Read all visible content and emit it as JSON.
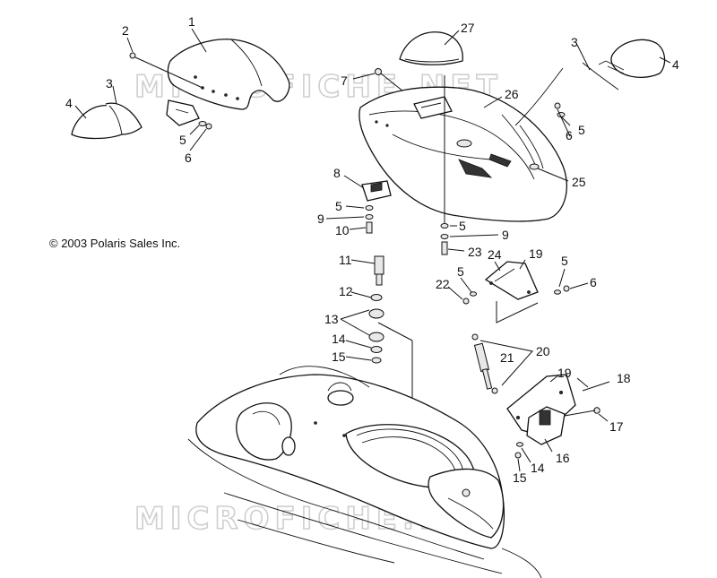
{
  "copyright": "© 2003 Polaris Sales Inc.",
  "watermarks": [
    "MICROFICHE.NET",
    "MICROFICHE.NET"
  ],
  "callouts": [
    "1",
    "2",
    "3",
    "4",
    "5",
    "6",
    "27",
    "7",
    "26",
    "3",
    "4",
    "5",
    "6",
    "8",
    "25",
    "5",
    "9",
    "10",
    "5",
    "9",
    "23",
    "24",
    "19",
    "5",
    "22",
    "5",
    "6",
    "11",
    "12",
    "13",
    "14",
    "15",
    "20",
    "21",
    "19",
    "18",
    "17",
    "16",
    "14",
    "15"
  ]
}
